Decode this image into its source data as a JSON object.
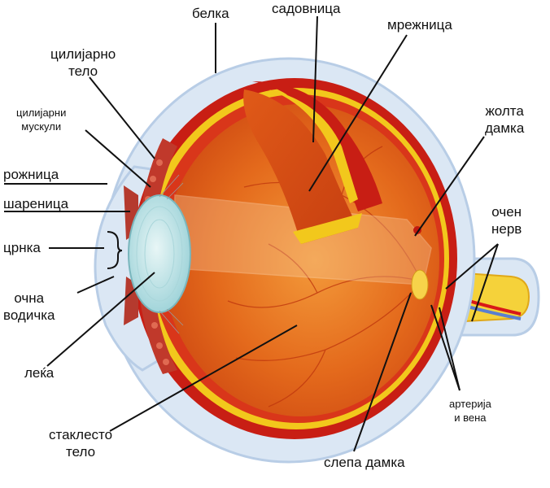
{
  "labels": {
    "belka": "белка",
    "sadovnica": "садовница",
    "mreznica": "мрежница",
    "cilijarno_telo": [
      "цилијарно",
      "тело"
    ],
    "cilijarni_muskuli": [
      "цилијарни",
      "мускули"
    ],
    "roznica": "рожница",
    "sharenica": "шареница",
    "crnka": "црнка",
    "ocna_vodicka": [
      "очна",
      "водичка"
    ],
    "leka": "леќа",
    "staklesto_telo": [
      "стаклесто",
      "тело"
    ],
    "slepa_damka": "слепа дамка",
    "zholta_damka": [
      "жолта",
      "дамка"
    ],
    "ocen_nerv": [
      "очен",
      "нерв"
    ],
    "arterija_i_vena": [
      "артерија",
      "и вена"
    ]
  },
  "colors": {
    "sclera_outline": "#bcd2ea",
    "sclera_fill": "#dbe7f4",
    "choroid": "#c81e14",
    "retina_yellow": "#f2c81c",
    "vitreous": "#e2641a",
    "vitreous_light": "#f0a040",
    "lens": "#bfe3e6",
    "iris": "#c0392b",
    "nerve_yellow": "#f5d23a",
    "artery": "#d81818",
    "vein": "#5a7fd0",
    "leader_line": "#111111"
  }
}
